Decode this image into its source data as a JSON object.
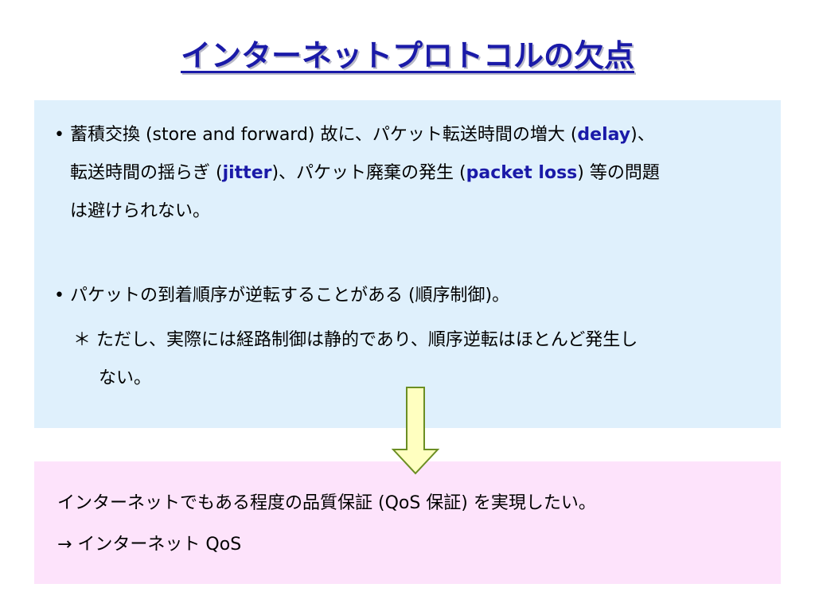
{
  "slide": {
    "title": "インターネットプロトコルの欠点"
  },
  "issues": {
    "item1": {
      "bullet": "•",
      "part_a": " 蓄積交換 (store and forward) 故に、パケット転送時間の増大 (",
      "term_delay": "delay",
      "part_b": ")、",
      "part_c": "転送時間の揺らぎ (",
      "term_jitter": "jitter",
      "part_d": ")、パケット廃棄の発生 (",
      "term_packet_loss": "packet loss",
      "part_e": ") 等の問題",
      "part_f": "は避けられない。"
    },
    "item2": {
      "bullet": "•",
      "text": " パケットの到着順序が逆転することがある (順序制御)。"
    },
    "note": {
      "marker": "＊",
      "text_a": " ただし、実際には経路制御は静的であり、順序逆転はほとんど発生し",
      "text_b": "ない。"
    }
  },
  "conclusion": {
    "line1": "インターネットでもある程度の品質保証 (QoS 保証) を実現したい。",
    "line2": "→ インターネット QoS"
  },
  "colors": {
    "title": "#1a1aa8",
    "term_highlight": "#1a1aa8",
    "top_panel": "#dff0fc",
    "bottom_panel": "#fde3fb",
    "arrow_fill": "#ffffc0",
    "arrow_stroke": "#6b8e23"
  },
  "icons": {
    "transition_arrow": "down-arrow-icon"
  }
}
